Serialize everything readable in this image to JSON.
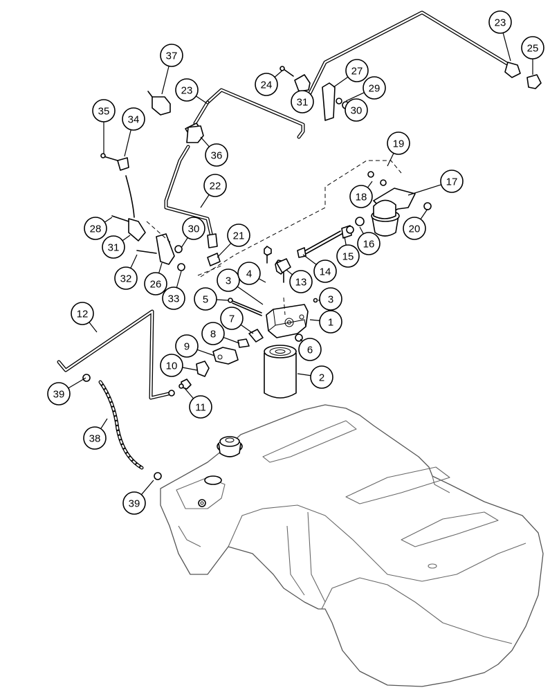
{
  "callouts": [
    {
      "label": "1"
    },
    {
      "label": "2"
    },
    {
      "label": "3"
    },
    {
      "label": "3"
    },
    {
      "label": "4"
    },
    {
      "label": "5"
    },
    {
      "label": "6"
    },
    {
      "label": "7"
    },
    {
      "label": "8"
    },
    {
      "label": "9"
    },
    {
      "label": "10"
    },
    {
      "label": "11"
    },
    {
      "label": "12"
    },
    {
      "label": "13"
    },
    {
      "label": "14"
    },
    {
      "label": "15"
    },
    {
      "label": "16"
    },
    {
      "label": "17"
    },
    {
      "label": "18"
    },
    {
      "label": "19"
    },
    {
      "label": "20"
    },
    {
      "label": "21"
    },
    {
      "label": "22"
    },
    {
      "label": "23"
    },
    {
      "label": "23"
    },
    {
      "label": "24"
    },
    {
      "label": "25"
    },
    {
      "label": "26"
    },
    {
      "label": "27"
    },
    {
      "label": "28"
    },
    {
      "label": "29"
    },
    {
      "label": "30"
    },
    {
      "label": "30"
    },
    {
      "label": "31"
    },
    {
      "label": "31"
    },
    {
      "label": "32"
    },
    {
      "label": "33"
    },
    {
      "label": "34"
    },
    {
      "label": "35"
    },
    {
      "label": "36"
    },
    {
      "label": "37"
    },
    {
      "label": "38"
    },
    {
      "label": "39"
    },
    {
      "label": "39"
    }
  ]
}
